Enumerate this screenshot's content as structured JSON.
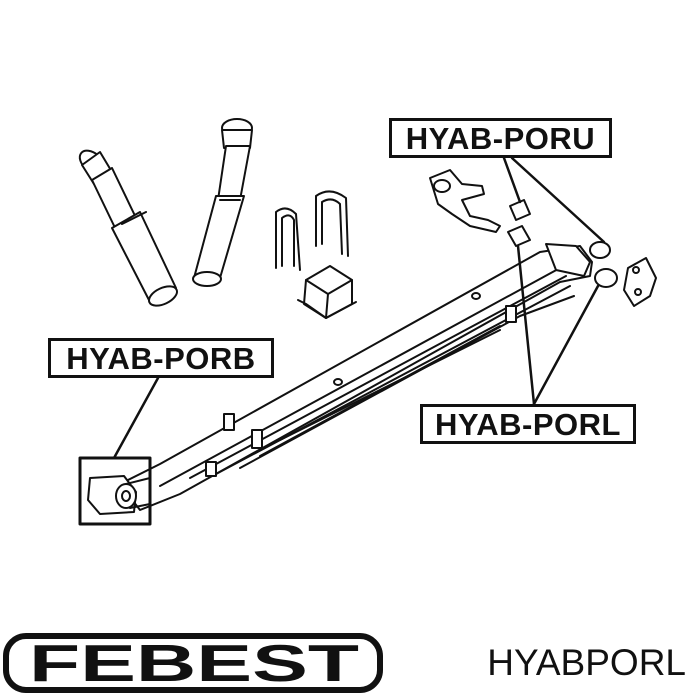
{
  "labels": {
    "top_right": "HYAB-PORU",
    "left": "HYAB-PORB",
    "bottom_right": "HYAB-PORL"
  },
  "brand": {
    "name": "FEBEST"
  },
  "part_number": "HYABPORL",
  "colors": {
    "ink": "#111111",
    "background": "#ffffff"
  }
}
